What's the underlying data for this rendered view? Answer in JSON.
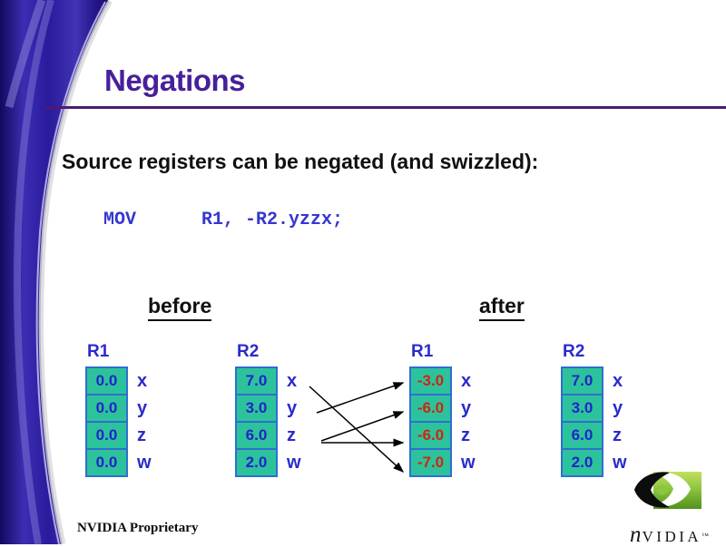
{
  "title": "Negations",
  "heading": "Source registers can be negated (and swizzled):",
  "code": "MOV      R1, -R2.yzzx;",
  "sections": {
    "before": "before",
    "after": "after"
  },
  "registers": [
    {
      "name": "R1",
      "state": "before",
      "components": [
        "x",
        "y",
        "z",
        "w"
      ],
      "values": [
        "0.0",
        "0.0",
        "0.0",
        "0.0"
      ]
    },
    {
      "name": "R2",
      "state": "before",
      "components": [
        "x",
        "y",
        "z",
        "w"
      ],
      "values": [
        "7.0",
        "3.0",
        "6.0",
        "2.0"
      ]
    },
    {
      "name": "R1",
      "state": "after",
      "components": [
        "x",
        "y",
        "z",
        "w"
      ],
      "values": [
        "-3.0",
        "-6.0",
        "-6.0",
        "-7.0"
      ]
    },
    {
      "name": "R2",
      "state": "after",
      "components": [
        "x",
        "y",
        "z",
        "w"
      ],
      "values": [
        "7.0",
        "3.0",
        "6.0",
        "2.0"
      ]
    }
  ],
  "swizzle_arrows": [
    {
      "from": "R2.y",
      "to": "R1.x"
    },
    {
      "from": "R2.z",
      "to": "R1.y"
    },
    {
      "from": "R2.z",
      "to": "R1.z"
    },
    {
      "from": "R2.x",
      "to": "R1.w"
    }
  ],
  "footer": {
    "proprietary": "NVIDIA Proprietary"
  },
  "logo": {
    "n": "n",
    "rest": "VIDIA",
    "tm": "™"
  },
  "colors": {
    "accent_swoosh_purple": "#2a1a9c",
    "title_purple": "#47209b",
    "rule_purple": "#4f1a70",
    "code_blue": "#3636cf",
    "register_label_blue": "#2b2bcc",
    "cell_teal": "#2cc39c",
    "cell_border_blue": "#2f6fd0",
    "value_blue": "#2323cb",
    "value_negative_red": "#cf2410",
    "arrow_black": "#000000",
    "logo_green": "#7ab62f"
  }
}
